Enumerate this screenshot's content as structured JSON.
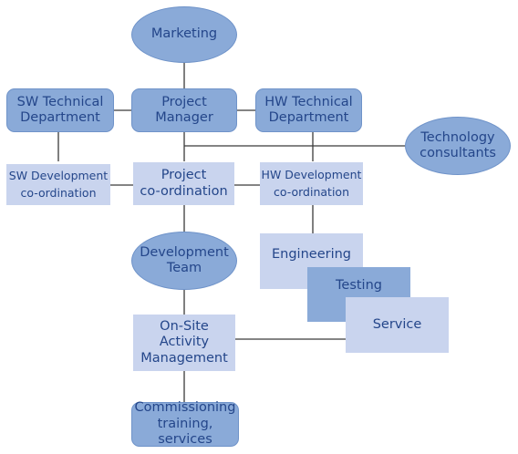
{
  "nodes": {
    "marketing": [
      "Marketing"
    ],
    "sw_tech": [
      "SW Technical",
      "Department"
    ],
    "pm": [
      "Project",
      "Manager"
    ],
    "hw_tech": [
      "HW Technical",
      "Department"
    ],
    "tech_consult": [
      "Technology",
      "consultants"
    ],
    "sw_dev": [
      "SW Development",
      "co-ordination"
    ],
    "proj_coord": [
      "Project",
      "co-ordination"
    ],
    "hw_dev": [
      "HW Development",
      "co-ordination"
    ],
    "dev_team": [
      "Development",
      "Team"
    ],
    "engineering": [
      "Engineering"
    ],
    "testing": [
      "Testing"
    ],
    "service": [
      "Service"
    ],
    "onsite": [
      "On-Site",
      "Activity",
      "Management"
    ],
    "commissioning": [
      "Commissioning",
      "training, services"
    ]
  },
  "colors": {
    "dark_fill": "#8aaad8",
    "light_fill": "#c9d4ee",
    "text": "#24468a",
    "line": "#3a3a3a"
  }
}
